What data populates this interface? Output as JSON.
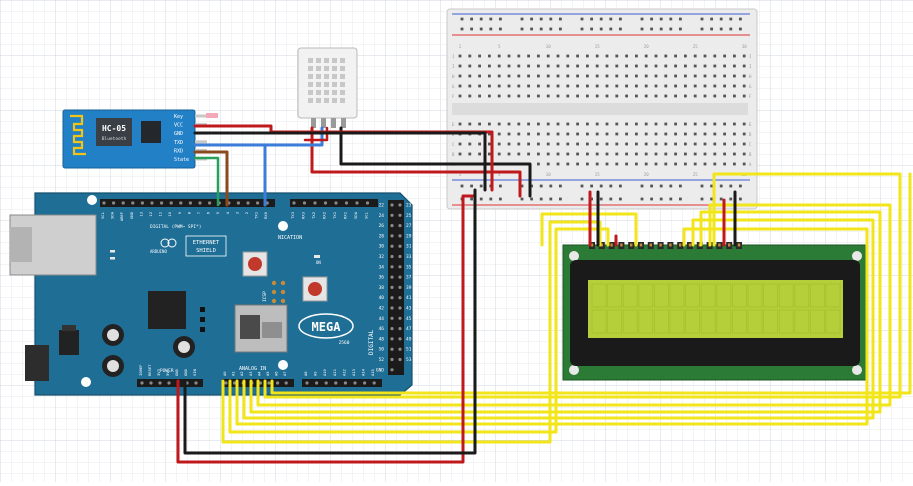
{
  "bluetooth": {
    "model": "HC-05",
    "subtitle": "Bluetooth",
    "pins": [
      "Key",
      "VCC",
      "GND",
      "TXD",
      "RXD",
      "State"
    ]
  },
  "arduino": {
    "logo": "MEGA",
    "logo_sub": "2560",
    "shield_line1": "ETHERNET",
    "shield_line2": "SHIELD",
    "shield_spi": "DIGITAL (PWM~ SPI*)",
    "shield_brand": "ARDUINO",
    "on_label": "ON",
    "comm_label": "NICATION",
    "icsp_label": "ICSP",
    "analog_label": "ANALOG IN",
    "digital_label": "DIGITAL",
    "power_label": "POWER",
    "top_pin_labels": [
      "SCL",
      "SDA",
      "AREF",
      "GND",
      "13",
      "12",
      "11",
      "10",
      "9",
      "8",
      "7",
      "6",
      "5",
      "4",
      "3",
      "2",
      "TX1",
      "RX0"
    ],
    "comm_pin_labels": [
      "TX3",
      "RX3",
      "TX2",
      "RX2",
      "TX1",
      "RX1",
      "SDA",
      "SCL"
    ],
    "right_pin_numbers": [
      "22",
      "24",
      "26",
      "28",
      "30",
      "32",
      "34",
      "36",
      "38",
      "40",
      "42",
      "44",
      "46",
      "48",
      "50",
      "52",
      "GND"
    ],
    "right_pin_numbers_b": [
      "23",
      "25",
      "27",
      "29",
      "31",
      "33",
      "35",
      "37",
      "39",
      "41",
      "43",
      "45",
      "47",
      "49",
      "51",
      "53"
    ],
    "power_pin_labels": [
      "IOREF",
      "RESET",
      "3V3",
      "5V",
      "GND",
      "GND",
      "VIN"
    ],
    "analog_pin_labels": [
      "A0",
      "A1",
      "A2",
      "A3",
      "A4",
      "A5",
      "A6",
      "A7"
    ],
    "analog_pin_labels_b": [
      "A8",
      "A9",
      "A10",
      "A11",
      "A12",
      "A13",
      "A14",
      "A15"
    ]
  },
  "breadboard": {
    "column_numbers": [
      "1",
      "5",
      "10",
      "15",
      "20",
      "25",
      "30"
    ],
    "row_letters_top": [
      "J",
      "I",
      "H",
      "G",
      "F"
    ],
    "row_letters_bottom": [
      "E",
      "D",
      "C",
      "B",
      "A"
    ]
  },
  "colors": {
    "arduino_board": "#1f6e96",
    "bluetooth_board": "#2280c6",
    "lcd_pcb": "#2b7a35",
    "lcd_screen": "#b5cf3a",
    "wire_red": "#c0191c",
    "wire_black": "#1a1a1a",
    "wire_yellow": "#f2e61a",
    "wire_blue": "#3b7dd8",
    "wire_brown": "#8a4a1e"
  }
}
